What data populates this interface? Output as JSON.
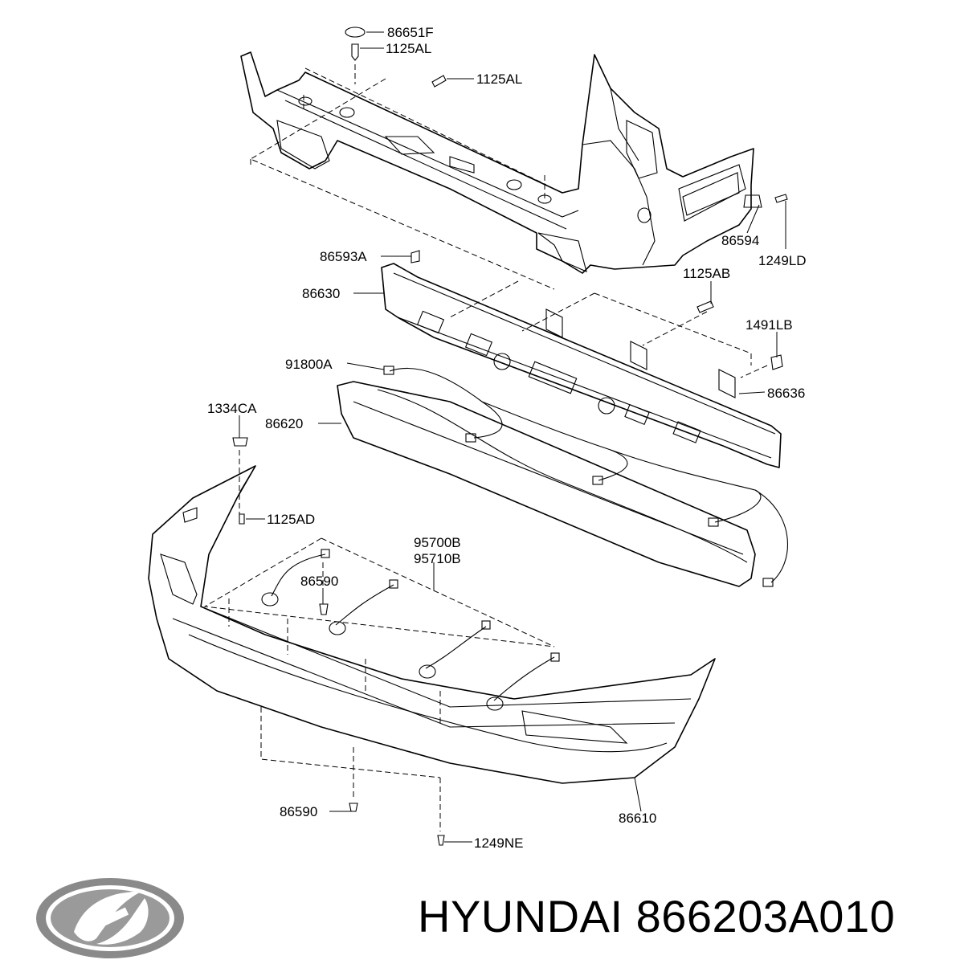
{
  "labels": {
    "p86651F": "86651F",
    "p1125AL_a": "1125AL",
    "p1125AL_b": "1125AL",
    "p86594": "86594",
    "p1249LD": "1249LD",
    "p86593A": "86593A",
    "p86630": "86630",
    "p1125AB": "1125AB",
    "p1491LB": "1491LB",
    "p91800A": "91800A",
    "p86636": "86636",
    "p1334CA": "1334CA",
    "p86620": "86620",
    "p1125AD": "1125AD",
    "p95700B": "95700B",
    "p95710B": "95710B",
    "p86590_a": "86590",
    "p86590_b": "86590",
    "p86610": "86610",
    "p1249NE": "1249NE"
  },
  "footer": {
    "brand": "HYUNDAI",
    "part_number": "866203A010",
    "text": "HYUNDAI 866203A010"
  },
  "logo": {
    "name": "hyundai-logo",
    "color": "#8a8a8a"
  }
}
